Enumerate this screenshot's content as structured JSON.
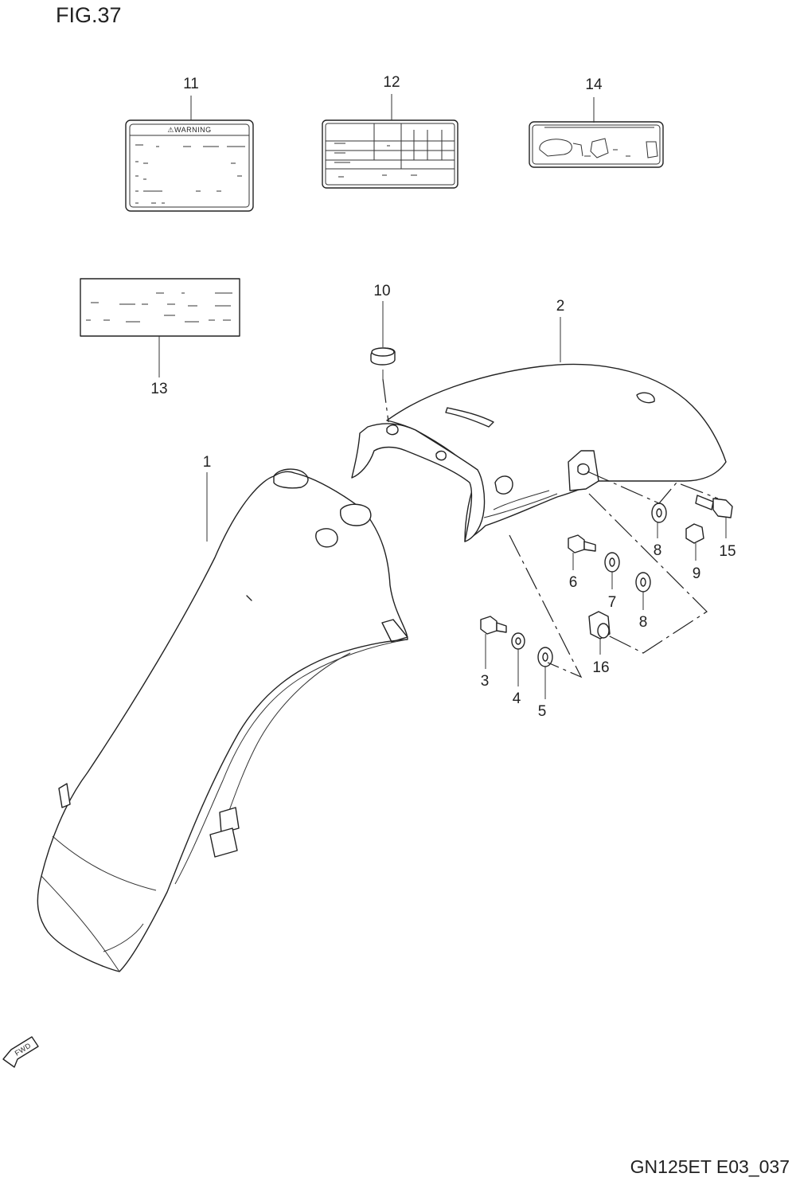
{
  "figure": {
    "title": "FIG.37",
    "code": "GN125ET E03_037"
  },
  "callouts": [
    {
      "id": "callout-1",
      "text": "1"
    },
    {
      "id": "callout-2",
      "text": "2"
    },
    {
      "id": "callout-3",
      "text": "3"
    },
    {
      "id": "callout-4",
      "text": "4"
    },
    {
      "id": "callout-5",
      "text": "5"
    },
    {
      "id": "callout-6",
      "text": "6"
    },
    {
      "id": "callout-7",
      "text": "7"
    },
    {
      "id": "callout-8a",
      "text": "8"
    },
    {
      "id": "callout-8b",
      "text": "8"
    },
    {
      "id": "callout-9",
      "text": "9"
    },
    {
      "id": "callout-10",
      "text": "10"
    },
    {
      "id": "callout-11",
      "text": "11"
    },
    {
      "id": "callout-12",
      "text": "12"
    },
    {
      "id": "callout-13",
      "text": "13"
    },
    {
      "id": "callout-14",
      "text": "14"
    },
    {
      "id": "callout-15",
      "text": "15"
    },
    {
      "id": "callout-16",
      "text": "16"
    }
  ],
  "label_warning": {
    "heading": "⚠WARNING"
  },
  "fwd_marker": {
    "text": "FWD",
    "icon": "fwd-arrow-icon"
  }
}
